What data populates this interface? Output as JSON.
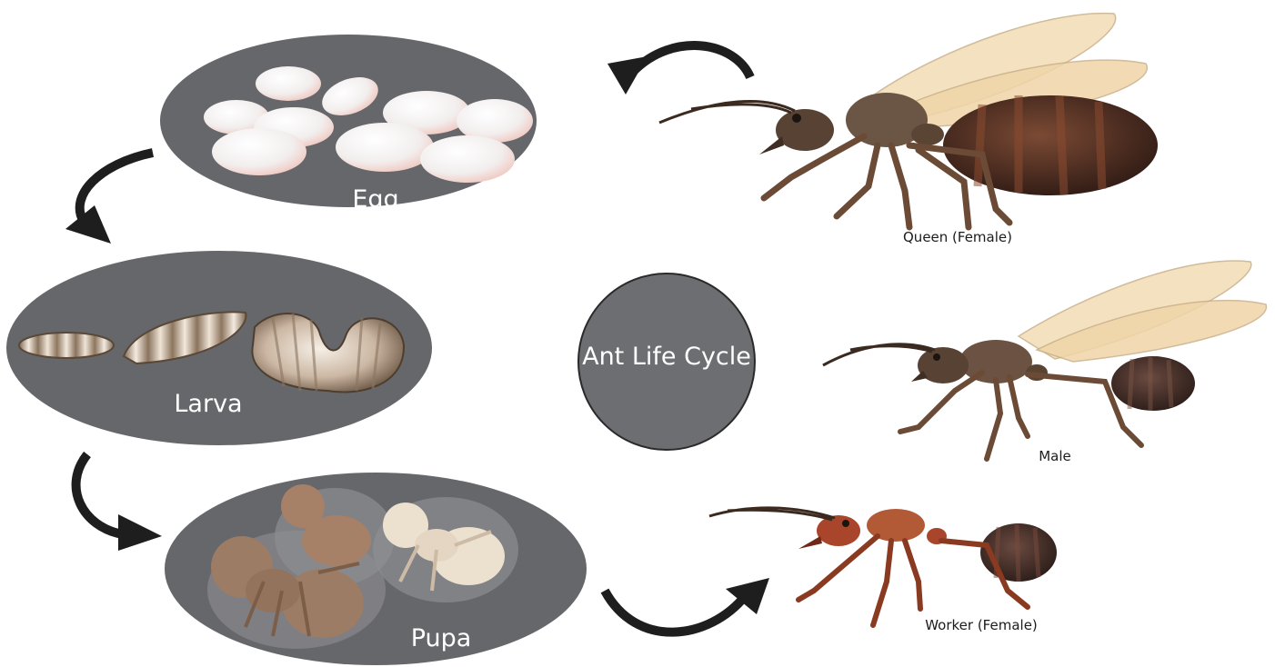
{
  "diagram": {
    "center_label": "Ant Life Cycle",
    "stages": {
      "egg": "Egg",
      "larva": "Larva",
      "pupa": "Pupa"
    },
    "castes": {
      "queen": "Queen (Female)",
      "male": "Male",
      "worker": "Worker (Female)"
    },
    "colors": {
      "stage_fill": "#66676b",
      "center_fill": "#6d6e72",
      "arrow": "#1e1e1e",
      "egg": "#f4f1f1",
      "larva": "#b59e86",
      "pupa_dark": "#a3826a",
      "pupa_light": "#ece0d0",
      "ant_body": "#6b4f3e",
      "queen_gaster": "#4a2a20",
      "worker_body": "#a8452a",
      "wing": "#f3dcb6"
    }
  }
}
